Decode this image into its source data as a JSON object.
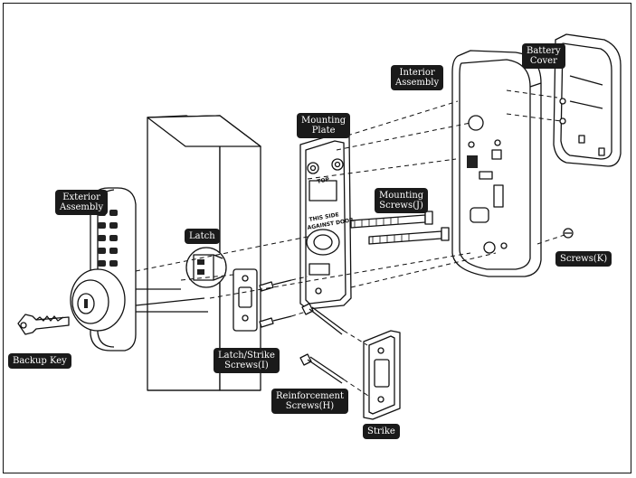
{
  "labels": {
    "exterior_assembly": [
      "Exterior",
      "Assembly"
    ],
    "latch": "Latch",
    "backup_key": "Backup Key",
    "latch_strike_screws": [
      "Latch/Strike",
      "Screws(I)"
    ],
    "mounting_plate": [
      "Mounting",
      "Plate"
    ],
    "mounting_screws": [
      "Mounting",
      "Screws(J)"
    ],
    "interior_assembly": [
      "Interior",
      "Assembly"
    ],
    "battery_cover": [
      "Battery",
      "Cover"
    ],
    "screws_k": "Screws(K)",
    "reinforcement_screws": [
      "Reinforcement",
      "Screws(H)"
    ],
    "strike": "Strike"
  },
  "plate_text": {
    "top": "TOP",
    "side_line1": "THIS SIDE",
    "side_line2": "AGAINST DOOR"
  }
}
